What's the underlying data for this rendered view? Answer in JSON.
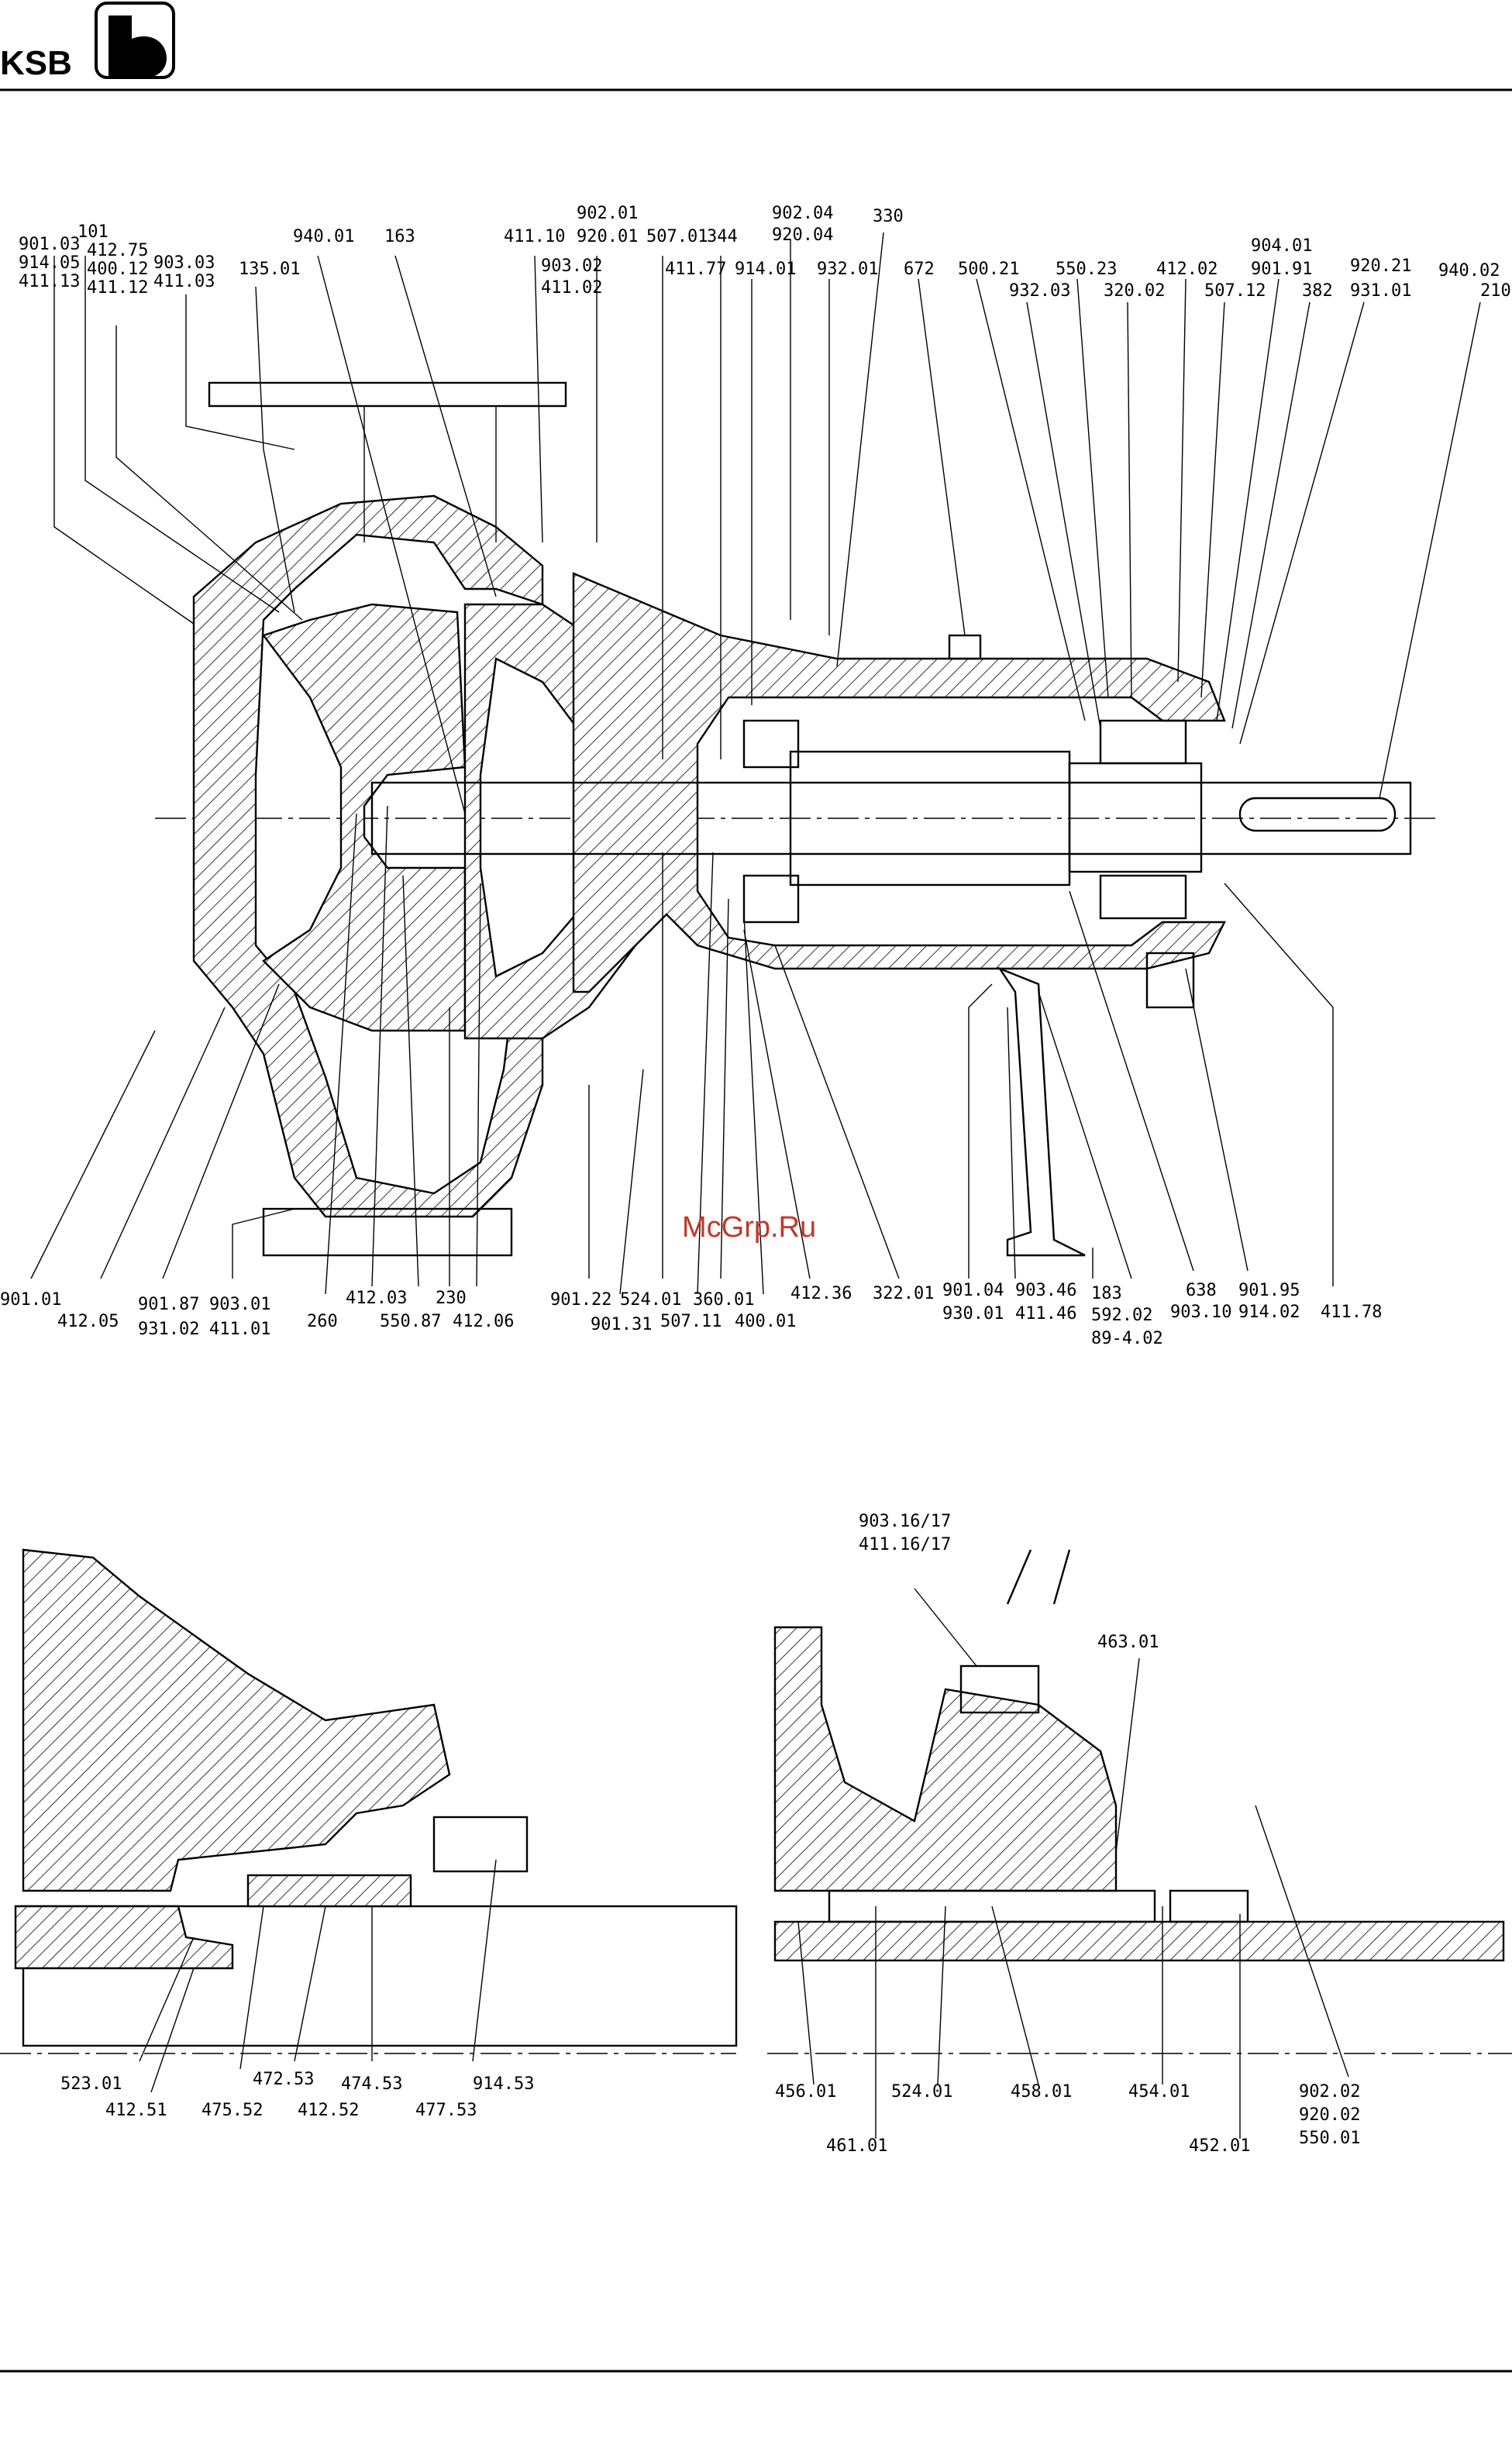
{
  "header": {
    "brand": "KSB"
  },
  "watermark": "McGrp.Ru",
  "main_section_labels": [
    {
      "id": "t_901_03",
      "t": "901.03"
    },
    {
      "id": "t_914_05",
      "t": "914.05"
    },
    {
      "id": "t_411_13",
      "t": "411.13"
    },
    {
      "id": "t_101",
      "t": "101"
    },
    {
      "id": "t_412_75",
      "t": "412.75"
    },
    {
      "id": "t_400_12",
      "t": "400.12"
    },
    {
      "id": "t_411_12",
      "t": "411.12"
    },
    {
      "id": "t_903_03",
      "t": "903.03"
    },
    {
      "id": "t_411_03",
      "t": "411.03"
    },
    {
      "id": "t_135_01",
      "t": "135.01"
    },
    {
      "id": "t_940_01",
      "t": "940.01"
    },
    {
      "id": "t_163",
      "t": "163"
    },
    {
      "id": "t_411_10",
      "t": "411.10"
    },
    {
      "id": "t_902_01",
      "t": "902.01"
    },
    {
      "id": "t_920_01",
      "t": "920.01"
    },
    {
      "id": "t_903_02",
      "t": "903.02"
    },
    {
      "id": "t_411_02",
      "t": "411.02"
    },
    {
      "id": "t_507_01",
      "t": "507.01"
    },
    {
      "id": "t_344",
      "t": "344"
    },
    {
      "id": "t_411_77",
      "t": "411.77"
    },
    {
      "id": "t_902_04",
      "t": "902.04"
    },
    {
      "id": "t_920_04",
      "t": "920.04"
    },
    {
      "id": "t_914_01",
      "t": "914.01"
    },
    {
      "id": "t_330",
      "t": "330"
    },
    {
      "id": "t_932_01",
      "t": "932.01"
    },
    {
      "id": "t_672",
      "t": "672"
    },
    {
      "id": "t_500_21",
      "t": "500.21"
    },
    {
      "id": "t_932_03",
      "t": "932.03"
    },
    {
      "id": "t_550_23",
      "t": "550.23"
    },
    {
      "id": "t_320_02",
      "t": "320.02"
    },
    {
      "id": "t_412_02",
      "t": "412.02"
    },
    {
      "id": "t_507_12",
      "t": "507.12"
    },
    {
      "id": "t_904_01",
      "t": "904.01"
    },
    {
      "id": "t_901_91",
      "t": "901.91"
    },
    {
      "id": "t_382",
      "t": "382"
    },
    {
      "id": "t_920_21",
      "t": "920.21"
    },
    {
      "id": "t_931_01",
      "t": "931.01"
    },
    {
      "id": "t_940_02",
      "t": "940.02"
    },
    {
      "id": "t_210",
      "t": "210"
    },
    {
      "id": "b_901_01",
      "t": "901.01"
    },
    {
      "id": "b_412_05",
      "t": "412.05"
    },
    {
      "id": "b_901_87",
      "t": "901.87"
    },
    {
      "id": "b_931_02",
      "t": "931.02"
    },
    {
      "id": "b_903_01",
      "t": "903.01"
    },
    {
      "id": "b_411_01",
      "t": "411.01"
    },
    {
      "id": "b_260",
      "t": "260"
    },
    {
      "id": "b_412_03",
      "t": "412.03"
    },
    {
      "id": "b_550_87",
      "t": "550.87"
    },
    {
      "id": "b_230",
      "t": "230"
    },
    {
      "id": "b_412_06",
      "t": "412.06"
    },
    {
      "id": "b_901_22",
      "t": "901.22"
    },
    {
      "id": "b_901_31",
      "t": "901.31"
    },
    {
      "id": "b_524_01",
      "t": "524.01"
    },
    {
      "id": "b_507_11",
      "t": "507.11"
    },
    {
      "id": "b_360_01",
      "t": "360.01"
    },
    {
      "id": "b_400_01",
      "t": "400.01"
    },
    {
      "id": "b_412_36",
      "t": "412.36"
    },
    {
      "id": "b_322_01",
      "t": "322.01"
    },
    {
      "id": "b_901_04",
      "t": "901.04"
    },
    {
      "id": "b_930_01",
      "t": "930.01"
    },
    {
      "id": "b_903_46",
      "t": "903.46"
    },
    {
      "id": "b_411_46",
      "t": "411.46"
    },
    {
      "id": "b_183",
      "t": "183"
    },
    {
      "id": "b_592_02",
      "t": "592.02"
    },
    {
      "id": "b_89_4_02",
      "t": "89-4.02"
    },
    {
      "id": "b_638",
      "t": "638"
    },
    {
      "id": "b_903_10",
      "t": "903.10"
    },
    {
      "id": "b_901_95",
      "t": "901.95"
    },
    {
      "id": "b_914_02",
      "t": "914.02"
    },
    {
      "id": "b_411_78",
      "t": "411.78"
    }
  ],
  "detail_left_labels": [
    {
      "id": "l_523_01",
      "t": "523.01"
    },
    {
      "id": "l_412_51",
      "t": "412.51"
    },
    {
      "id": "l_472_53",
      "t": "472.53"
    },
    {
      "id": "l_475_52",
      "t": "475.52"
    },
    {
      "id": "l_474_53",
      "t": "474.53"
    },
    {
      "id": "l_412_52",
      "t": "412.52"
    },
    {
      "id": "l_914_53",
      "t": "914.53"
    },
    {
      "id": "l_477_53",
      "t": "477.53"
    }
  ],
  "detail_right_labels": [
    {
      "id": "r_903_16",
      "t": "903.16/17"
    },
    {
      "id": "r_411_16",
      "t": "411.16/17"
    },
    {
      "id": "r_463_01",
      "t": "463.01"
    },
    {
      "id": "r_456_01",
      "t": "456.01"
    },
    {
      "id": "r_524_01",
      "t": "524.01"
    },
    {
      "id": "r_458_01",
      "t": "458.01"
    },
    {
      "id": "r_454_01",
      "t": "454.01"
    },
    {
      "id": "r_902_02",
      "t": "902.02"
    },
    {
      "id": "r_920_02",
      "t": "920.02"
    },
    {
      "id": "r_550_01",
      "t": "550.01"
    },
    {
      "id": "r_461_01",
      "t": "461.01"
    },
    {
      "id": "r_452_01",
      "t": "452.01"
    }
  ]
}
